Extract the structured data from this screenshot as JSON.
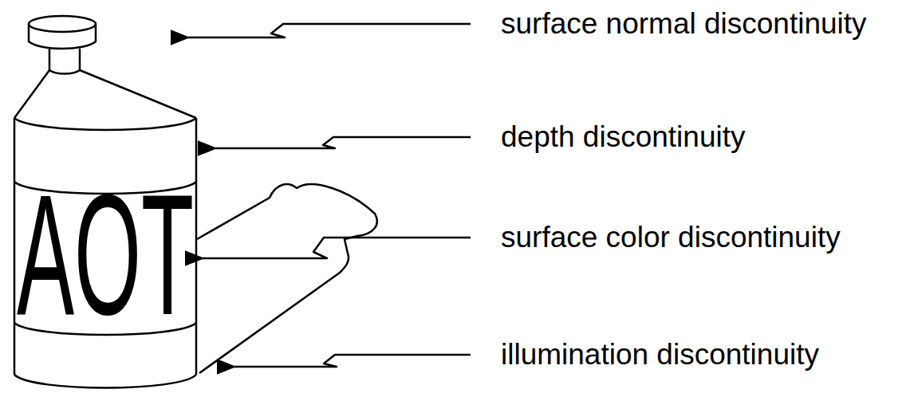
{
  "diagram": {
    "labels": [
      "surface normal discontinuity",
      "depth discontinuity",
      "surface color discontinuity",
      "illumination discontinuity",
      "AOT"
    ]
  }
}
